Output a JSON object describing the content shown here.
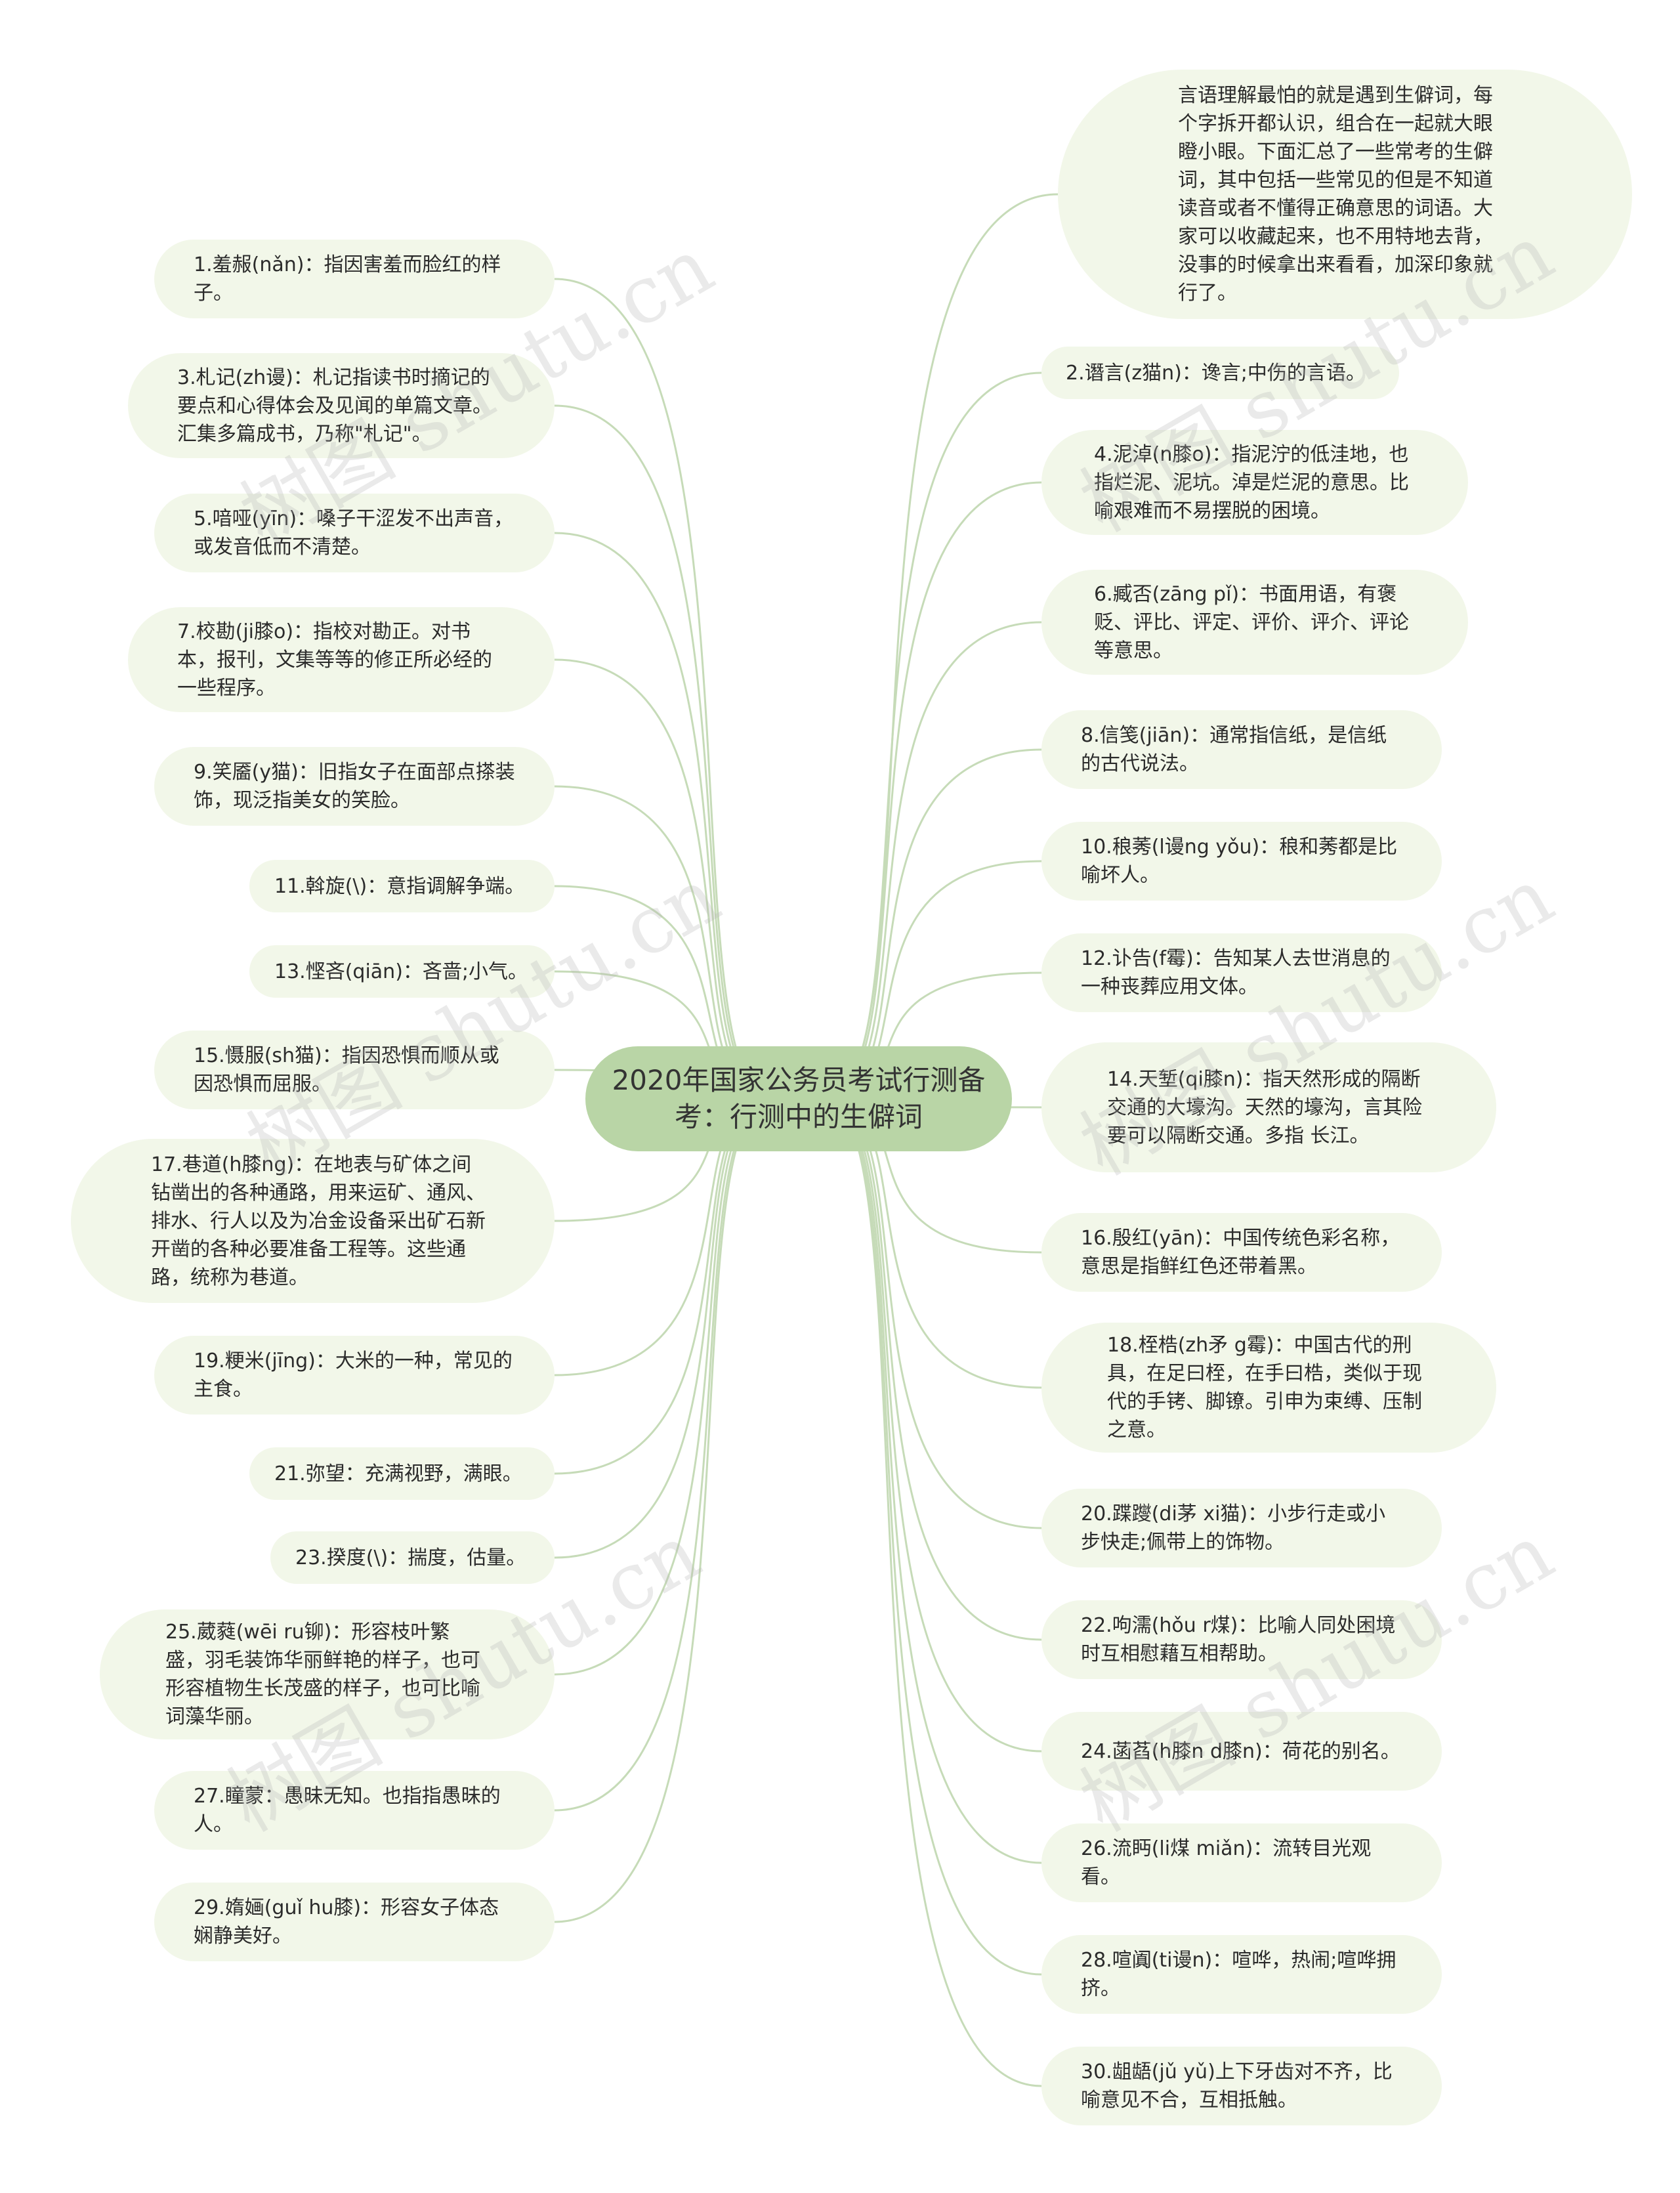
{
  "center": {
    "title": "2020年国家公务员考试行测备考：行测中的生僻词"
  },
  "intro": "言语理解最怕的就是遇到生僻词，每个字拆开都认识，组合在一起就大眼瞪小眼。下面汇总了一些常考的生僻词，其中包括一些常见的但是不知道读音或者不懂得正确意思的词语。大家可以收藏起来，也不用特地去背，没事的时候拿出来看看，加深印象就行了。",
  "left_nodes": [
    "1.羞赧(nǎn)：指因害羞而脸红的样子。",
    "3.札记(zh谩)：札记指读书时摘记的要点和心得体会及见闻的单篇文章。汇集多篇成书，乃称\"札记\"。",
    "5.喑哑(yīn)：嗓子干涩发不出声音，或发音低而不清楚。",
    "7.校勘(ji膝o)：指校对勘正。对书本，报刊，文集等等的修正所必经的一些程序。",
    "9.笑靥(y猫)：旧指女子在面部点搽装饰，现泛指美女的笑脸。",
    "11.斡旋(\\)：意指调解争端。",
    "13.悭吝(qiān)：吝啬;小气。",
    "15.慑服(sh猫)：指因恐惧而顺从或因恐惧而屈服。",
    "17.巷道(h膝ng)：在地表与矿体之间钻凿出的各种通路，用来运矿、通风、排水、行人以及为冶金设备采出矿石新开凿的各种必要准备工程等。这些通路，统称为巷道。",
    "19.粳米(jīng)：大米的一种，常见的主食。",
    "21.弥望：充满视野，满眼。",
    "23.揆度(\\)：揣度，估量。",
    "25.葳蕤(wēi ru铆)：形容枝叶繁盛，羽毛装饰华丽鲜艳的样子，也可形容植物生长茂盛的样子，也可比喻词藻华丽。",
    "27.瞳蒙：愚昧无知。也指指愚昧的人。",
    "29.媠婳(guǐ hu膝)：形容女子体态娴静美好。"
  ],
  "right_nodes": [
    "2.谮言(z猫n)：谗言;中伤的言语。",
    "4.泥淖(n膝o)：指泥泞的低洼地，也指烂泥、泥坑。淖是烂泥的意思。比喻艰难而不易摆脱的困境。",
    "6.臧否(zāng pǐ)：书面用语，有褒贬、评比、评定、评价、评介、评论等意思。",
    "8.信笺(jiān)：通常指信纸，是信纸的古代说法。",
    "10.稂莠(l谩ng yǒu)：稂和莠都是比喻坏人。",
    "12.讣告(f霉)：告知某人去世消息的一种丧葬应用文体。",
    "14.天堑(qi膝n)：指天然形成的隔断交通的大壕沟。天然的壕沟，言其险要可以隔断交通。多指 长江。",
    "16.殷红(yān)：中国传统色彩名称，意思是指鲜红色还带着黑。",
    "18.桎梏(zh矛 g霉)：中国古代的刑具，在足曰桎，在手曰梏，类似于现代的手铐、脚镣。引申为束缚、压制之意。",
    "20.蹀躞(di茅 xi猫)：小步行走或小步快走;佩带上的饰物。",
    "22.呴濡(hǒu r煤)：比喻人同处困境时互相慰藉互相帮助。",
    "24.菡萏(h膝n d膝n)：荷花的别名。",
    "26.流眄(li煤 miǎn)：流转目光观看。",
    "28.喧阗(ti谩n)：喧哗，热闹;喧哗拥挤。",
    "30.龃龉(jǔ yǔ)上下牙齿对不齐，比喻意见不合，互相抵触。"
  ],
  "watermark": "树图 shutu.cn",
  "colors": {
    "node_bg": "#f2f7e9",
    "center_bg": "#b9d5a6",
    "link": "#c6dbb8",
    "text": "#2b2b2b"
  }
}
